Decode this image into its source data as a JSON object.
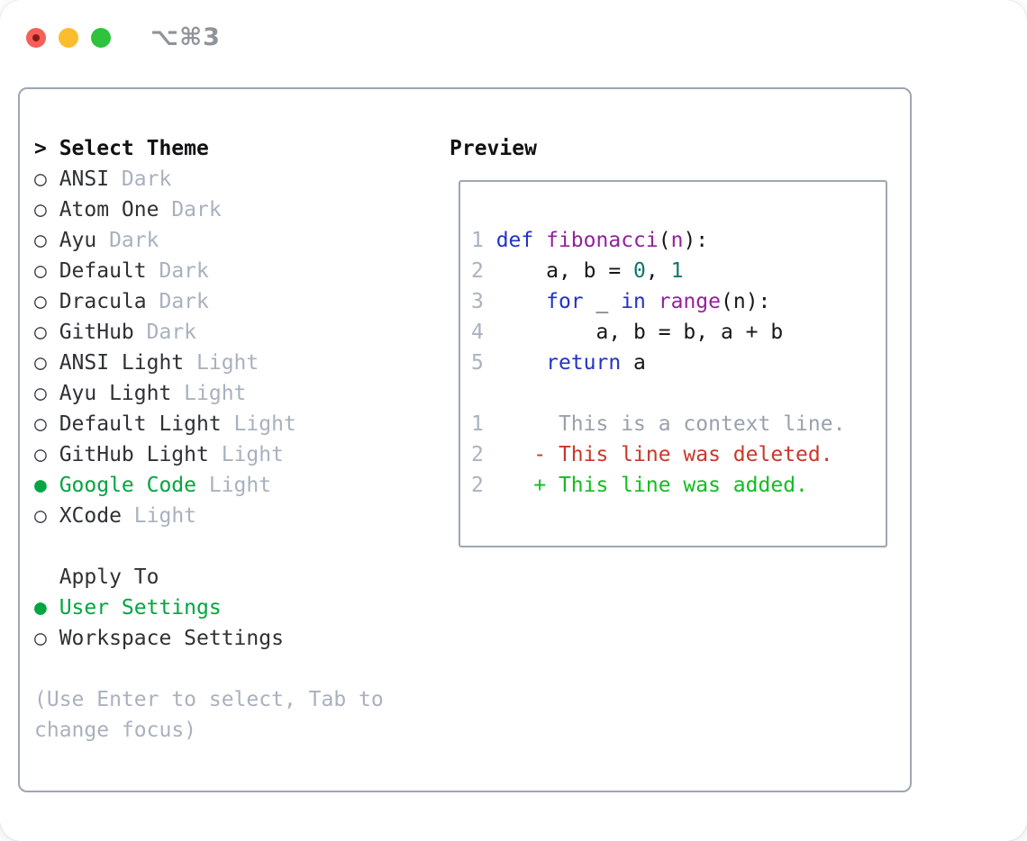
{
  "titlebar": {
    "title": "⌥⌘3",
    "traffic_lights": [
      {
        "name": "close-button",
        "color": "#f65f57"
      },
      {
        "name": "minimize-button",
        "color": "#fbbd2e"
      },
      {
        "name": "zoom-button",
        "color": "#2fc23c"
      }
    ]
  },
  "icons": {
    "radio_unselected": "○",
    "radio_selected": "●",
    "focus_caret": ">"
  },
  "theme_picker": {
    "prompt": ">",
    "header": "Select Theme",
    "items": [
      {
        "name": "ANSI",
        "variant": "Dark",
        "selected": false
      },
      {
        "name": "Atom One",
        "variant": "Dark",
        "selected": false
      },
      {
        "name": "Ayu",
        "variant": "Dark",
        "selected": false
      },
      {
        "name": "Default",
        "variant": "Dark",
        "selected": false
      },
      {
        "name": "Dracula",
        "variant": "Dark",
        "selected": false
      },
      {
        "name": "GitHub",
        "variant": "Dark",
        "selected": false
      },
      {
        "name": "ANSI Light",
        "variant": "Light",
        "selected": false
      },
      {
        "name": "Ayu Light",
        "variant": "Light",
        "selected": false
      },
      {
        "name": "Default Light",
        "variant": "Light",
        "selected": false
      },
      {
        "name": "GitHub Light",
        "variant": "Light",
        "selected": false
      },
      {
        "name": "Google Code",
        "variant": "Light",
        "selected": true
      },
      {
        "name": "XCode",
        "variant": "Light",
        "selected": false
      }
    ]
  },
  "apply_to": {
    "header": "Apply To",
    "options": [
      {
        "name": "User Settings",
        "selected": true
      },
      {
        "name": "Workspace Settings",
        "selected": false
      }
    ]
  },
  "help": {
    "lines": [
      "(Use Enter to select, Tab to",
      "change focus)"
    ]
  },
  "preview": {
    "label": "Preview",
    "lines": [
      [
        [
          "1 ",
          "ln"
        ],
        [
          "def",
          "kw"
        ],
        [
          " ",
          "pl"
        ],
        [
          "fibonacci",
          "fn"
        ],
        [
          "(",
          "pl"
        ],
        [
          "n",
          "fn"
        ],
        [
          "):",
          "pl"
        ]
      ],
      [
        [
          "2",
          "ln"
        ],
        [
          "     a, b = ",
          "pl"
        ],
        [
          "0",
          "num"
        ],
        [
          ", ",
          "pl"
        ],
        [
          "1",
          "num"
        ]
      ],
      [
        [
          "3",
          "ln"
        ],
        [
          "     ",
          "pl"
        ],
        [
          "for",
          "kw"
        ],
        [
          " _ ",
          "pl"
        ],
        [
          "in",
          "kw"
        ],
        [
          " ",
          "pl"
        ],
        [
          "range",
          "fn"
        ],
        [
          "(n):",
          "pl"
        ]
      ],
      [
        [
          "4",
          "ln"
        ],
        [
          "         a, b = b, a + b",
          "pl"
        ]
      ],
      [
        [
          "5",
          "ln"
        ],
        [
          "     ",
          "pl"
        ],
        [
          "return",
          "kw"
        ],
        [
          " a",
          "pl"
        ]
      ],
      [],
      [
        [
          "1",
          "ln"
        ],
        [
          "      ",
          "pl"
        ],
        [
          "This is a context line.",
          "ctx"
        ]
      ],
      [
        [
          "2",
          "ln"
        ],
        [
          "    ",
          "pl"
        ],
        [
          "- This line was deleted.",
          "del"
        ]
      ],
      [
        [
          "2",
          "ln"
        ],
        [
          "    ",
          "pl"
        ],
        [
          "+ This line was added.",
          "add"
        ]
      ]
    ]
  },
  "colors": {
    "panel_border": "#9ea6b2",
    "selection_green": "#00a640",
    "muted_gray": "#a9b1be",
    "keyword_blue": "#2233c5",
    "function_purple": "#94219c",
    "number_teal": "#11756f",
    "line_number_gray": "#aab2bf",
    "diff_context_gray": "#99a1ab",
    "diff_delete_red": "#c9382a",
    "diff_add_green": "#13bd20",
    "title_gray": "#8f949b"
  }
}
